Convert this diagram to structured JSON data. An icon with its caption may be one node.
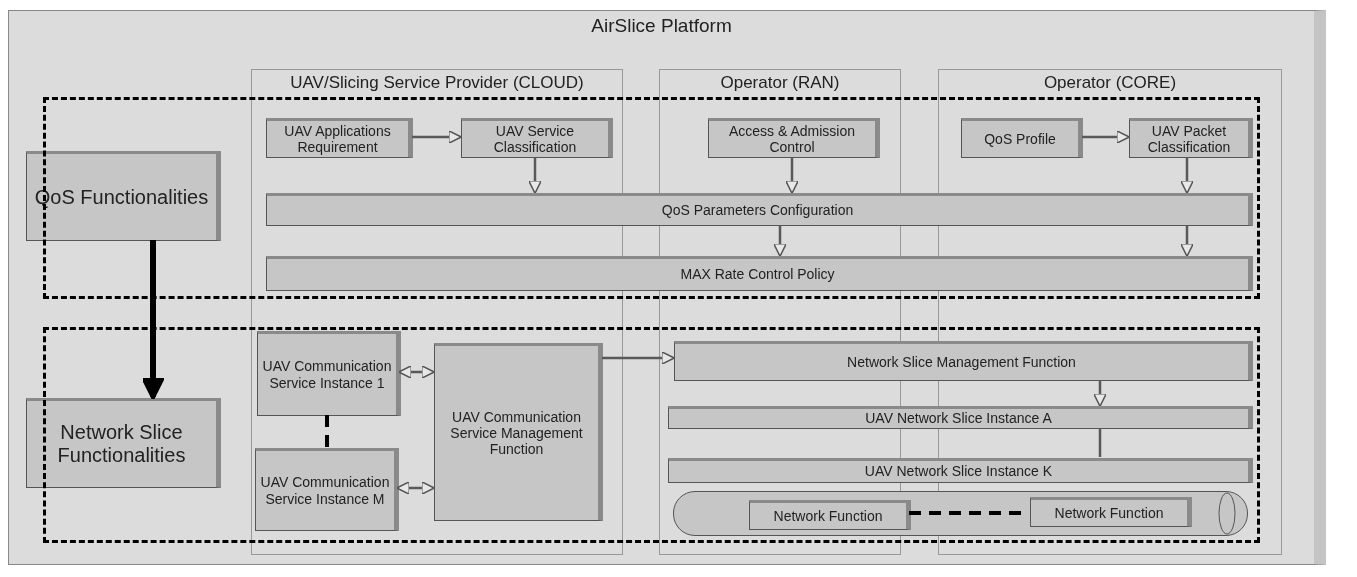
{
  "diagram": {
    "nodes": [
      {
        "text": [
          "AirSlice Platform"
        ]
      },
      {
        "text": [
          "UAV/Slicing Service Provider (CLOUD)"
        ],
        "in": 0
      },
      {
        "text": [
          "Operator (RAN)"
        ],
        "in": 0
      },
      {
        "text": [
          "Operator (CORE)"
        ],
        "in": 0
      },
      {
        "text": [
          "QoS Functionalities"
        ],
        "in": 0
      },
      {
        "text": [
          "Network Slice Functionalities"
        ],
        "in": 0
      },
      {
        "text": [
          "UAV Applications Requirement"
        ],
        "in": 0
      },
      {
        "text": [
          "UAV Service Classification"
        ],
        "in": 0
      },
      {
        "text": [
          "Access & Admission Control"
        ],
        "in": 0
      },
      {
        "text": [
          "QoS Profile"
        ],
        "in": 0
      },
      {
        "text": [
          "UAV Packet Classification"
        ],
        "in": 0
      },
      {
        "text": [
          "QoS Parameters Configuration"
        ],
        "in": 0
      },
      {
        "text": [
          "MAX Rate Control Policy"
        ],
        "in": 0
      },
      {
        "text": [
          "UAV Communication Service Instance 1"
        ],
        "in": 0
      },
      {
        "text": [
          "UAV Communication Service Instance M"
        ],
        "in": 0
      },
      {
        "text": [
          "UAV Communication Service Management Function"
        ],
        "in": 0
      },
      {
        "text": [
          "Network Slice Management Function"
        ],
        "in": 0
      },
      {
        "text": [
          "UAV Network  Slice Instance A"
        ],
        "in": 0
      },
      {
        "text": [
          "UAV Network Slice Instance K"
        ],
        "in": 0
      },
      {
        "text": [],
        "shape": "cylinder",
        "in": 0
      },
      {
        "text": [
          "Network Function"
        ],
        "in": 19
      },
      {
        "text": [
          "Network Function"
        ],
        "in": 19
      }
    ],
    "edges": [
      {
        "from": 6,
        "to": 7,
        "arrow": "to"
      },
      {
        "from": 7,
        "to": 11,
        "arrow": "to"
      },
      {
        "from": 8,
        "to": 11,
        "arrow": "to"
      },
      {
        "from": 9,
        "to": 10,
        "arrow": "to"
      },
      {
        "from": 10,
        "to": 11,
        "arrow": "to"
      },
      {
        "from": 11,
        "to": 12,
        "arrow": "to"
      },
      {
        "from": 11,
        "to": 12,
        "arrow": "to"
      },
      {
        "from": 4,
        "to": 5,
        "arrow": "to",
        "style": "thick",
        "color": "#000000"
      },
      {
        "from": 13,
        "to": 15,
        "arrow": "both"
      },
      {
        "from": 14,
        "to": 15,
        "arrow": "both"
      },
      {
        "from": 13,
        "to": 14,
        "arrow": "none",
        "style": "dashed",
        "color": "#000000"
      },
      {
        "from": 15,
        "to": 16,
        "arrow": "to"
      },
      {
        "from": 16,
        "to": 17,
        "arrow": "to"
      },
      {
        "from": 17,
        "to": 18,
        "arrow": "none"
      },
      {
        "from": 20,
        "to": 21,
        "arrow": "none",
        "style": "dashed",
        "color": "#000000"
      }
    ]
  }
}
